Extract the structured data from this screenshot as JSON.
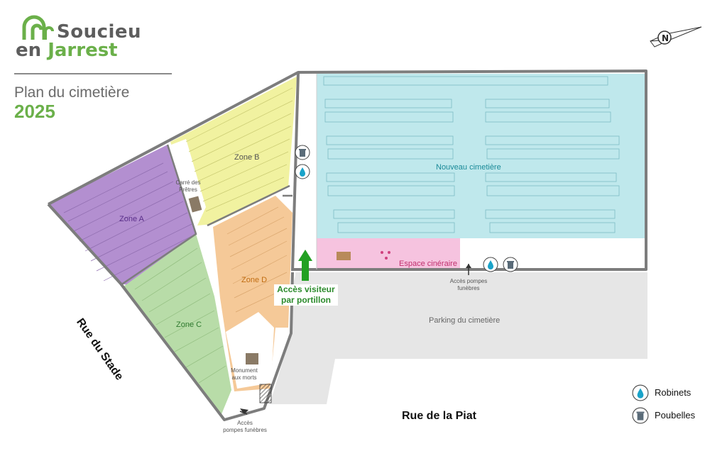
{
  "logo": {
    "line1": "Soucieu",
    "line2_part1": "en ",
    "line2_part2": "Jarrest"
  },
  "title": {
    "line1": "Plan du cimetière",
    "line2": "2025"
  },
  "zones": {
    "zone_a": "Zone A",
    "zone_b": "Zone B",
    "zone_c": "Zone C",
    "zone_d": "Zone D",
    "nouveau": "Nouveau cimetière",
    "cineraire": "Espace cinéraire",
    "parking": "Parking du cimetière"
  },
  "labels": {
    "carre_1": "Carré des",
    "carre_2": "Prêtres",
    "monument_1": "Monument",
    "monument_2": "aux morts",
    "acces_pf_1": "Accès pompes",
    "acces_pf_2": "funèbres",
    "acces_pf_bottom_1": "Accès",
    "acces_pf_bottom_2": "pompes funèbres",
    "visiteur_1": "Accès visiteur",
    "visiteur_2": "par portillon"
  },
  "streets": {
    "stade": "Rue du Stade",
    "piat": "Rue de la Piat"
  },
  "legend": {
    "robinets": "Robinets",
    "poubelles": "Poubelles"
  },
  "colors": {
    "zone_a": "#b38fd0",
    "zone_b": "#f1f2a0",
    "zone_c": "#b8dca8",
    "zone_d": "#f5c998",
    "nouveau": "#bfe8ec",
    "cineraire": "#f6c3df",
    "parking": "#e6e6e6",
    "wall": "#7d7d7d",
    "brand_green": "#6bb04a",
    "water": "#1aa3c9"
  }
}
